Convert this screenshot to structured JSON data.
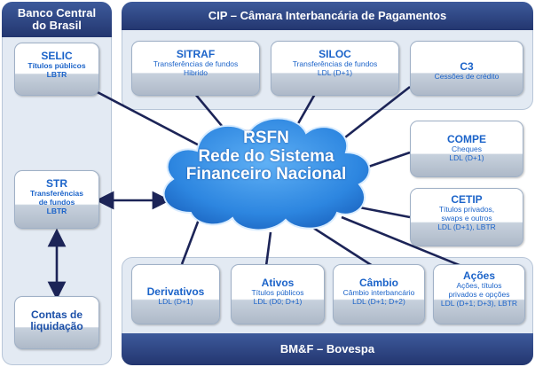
{
  "bcb": {
    "title": "Banco Central do Brasil"
  },
  "cip": {
    "title": "CIP – Câmara Interbancária de Pagamentos"
  },
  "bmf": {
    "title": "BM&F – Bovespa"
  },
  "cloud": {
    "line1": "RSFN",
    "line2": "Rede do Sistema",
    "line3": "Financeiro Nacional"
  },
  "selic": {
    "title": "SELIC",
    "line1": "Títulos públicos",
    "line2": "LBTR"
  },
  "str": {
    "title": "STR",
    "line1": "Transferências",
    "line2": "de fundos",
    "line3": "LBTR"
  },
  "contas": {
    "line1": "Contas de",
    "line2": "liquidação"
  },
  "sitraf": {
    "title": "SITRAF",
    "line1": "Transferências de fundos",
    "line2": "Hibrido"
  },
  "siloc": {
    "title": "SILOC",
    "line1": "Transferências de fundos",
    "line2": "LDL (D+1)"
  },
  "c3": {
    "title": "C3",
    "line1": "Cessões de crédito"
  },
  "compe": {
    "title": "COMPE",
    "line1": "Cheques",
    "line2": "LDL (D+1)"
  },
  "cetip": {
    "title": "CETIP",
    "line1": "Títulos privados,",
    "line2": "swaps e outros",
    "line3": "LDL (D+1), LBTR"
  },
  "derivativos": {
    "title": "Derivativos",
    "line1": "LDL (D+1)"
  },
  "ativos": {
    "title": "Ativos",
    "line1": "Títulos públicos",
    "line2": "LDL (D0; D+1)"
  },
  "cambio": {
    "title": "Câmbio",
    "line1": "Câmbio interbancário",
    "line2": "LDL (D+1; D+2)"
  },
  "acoes": {
    "title": "Ações",
    "line1": "Ações, títulos",
    "line2": "privados e opções",
    "line3": "LDL (D+1; D+3), LBTR"
  },
  "colors": {
    "navy": "#23366f",
    "blue_text": "#1b63c9",
    "cloud": "#2d86e0",
    "line": "#1c2457"
  }
}
